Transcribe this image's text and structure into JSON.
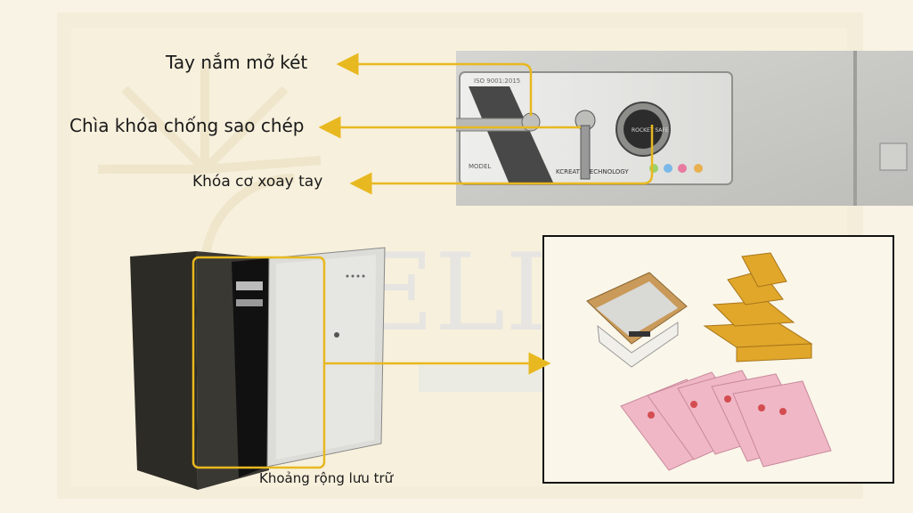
{
  "labels": {
    "handle": "Tay nắm mở két",
    "key": "Chìa khóa chống sao chép",
    "dial": "Khóa cơ xoay tay",
    "storage": "Khoảng rộng lưu trữ"
  },
  "panel": {
    "iso": "ISO 9001:2015",
    "model": "MODEL",
    "brand": "KCREATE TECHNOLOGY",
    "dial_text": "ROCKET SAFE"
  },
  "watermark": {
    "text": "ELINE"
  },
  "colors": {
    "arrow": "#e8b820",
    "background": "#f7f0dc",
    "box_border": "#111111"
  }
}
